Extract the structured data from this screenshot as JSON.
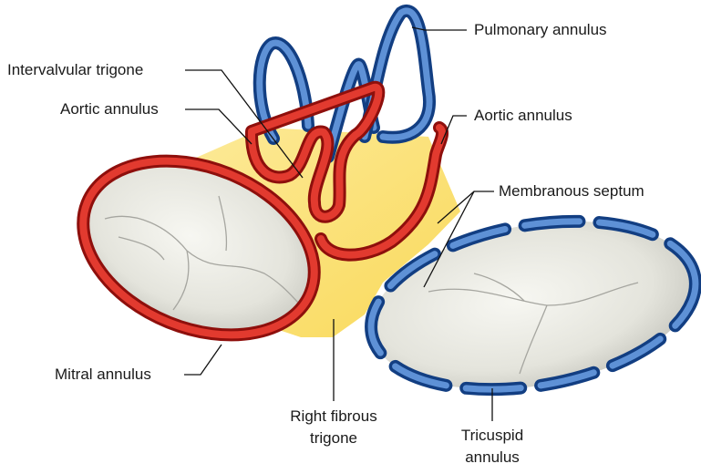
{
  "labels": {
    "pulmonary_annulus": "Pulmonary annulus",
    "intervalvular_trigone": "Intervalvular trigone",
    "aortic_annulus_left": "Aortic annulus",
    "aortic_annulus_right": "Aortic annulus",
    "membranous_septum": "Membranous septum",
    "mitral_annulus": "Mitral annulus",
    "right_fibrous_trigone_line1": "Right fibrous",
    "right_fibrous_trigone_line2": "trigone",
    "tricuspid_annulus_line1": "Tricuspid",
    "tricuspid_annulus_line2": "annulus"
  },
  "colors": {
    "mitral_annulus": "#d7261e",
    "aortic_annulus": "#d7261e",
    "pulmonary_annulus": "#2e5fa8",
    "tricuspid_annulus": "#2e5fa8",
    "fibrous_region": "#fbe27a",
    "valve_leaflets": "#e6e6e0"
  }
}
